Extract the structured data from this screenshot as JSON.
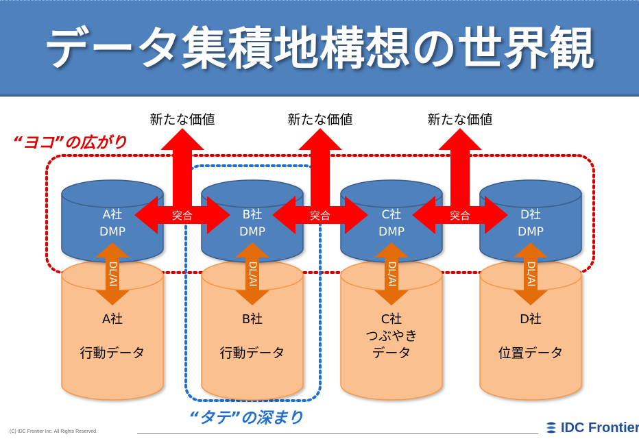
{
  "title": "データ集積地構想の世界観",
  "horizontal_label": "“ヨコ”の広がり",
  "vertical_label": "“タテ”の深まり",
  "value_label": "新たな価値",
  "merge_label": "突合",
  "dlai_label": "DL/AI",
  "dmp": [
    {
      "company": "A社",
      "label": "DMP"
    },
    {
      "company": "B社",
      "label": "DMP"
    },
    {
      "company": "C社",
      "label": "DMP"
    },
    {
      "company": "D社",
      "label": "DMP"
    }
  ],
  "data_sources": [
    {
      "company": "A社",
      "line1": "行動データ",
      "line2": ""
    },
    {
      "company": "B社",
      "line1": "行動データ",
      "line2": ""
    },
    {
      "company": "C社",
      "line1": "つぶやき",
      "line2": "データ"
    },
    {
      "company": "D社",
      "line1": "位置データ",
      "line2": ""
    }
  ],
  "footer": "(C)  IDC Frontier Inc. All Rights Reserved.",
  "logo_text": "IDC Frontier",
  "colors": {
    "title_bg": "#4f81bd",
    "dmp_fill": "#4f81bd",
    "source_fill": "#fac090",
    "source_stroke": "#f79646",
    "arrow_red": "#ff0000",
    "arrow_orange": "#e46c0a",
    "horizontal_dots": "#d90000",
    "vertical_dots": "#1f6fd0"
  }
}
